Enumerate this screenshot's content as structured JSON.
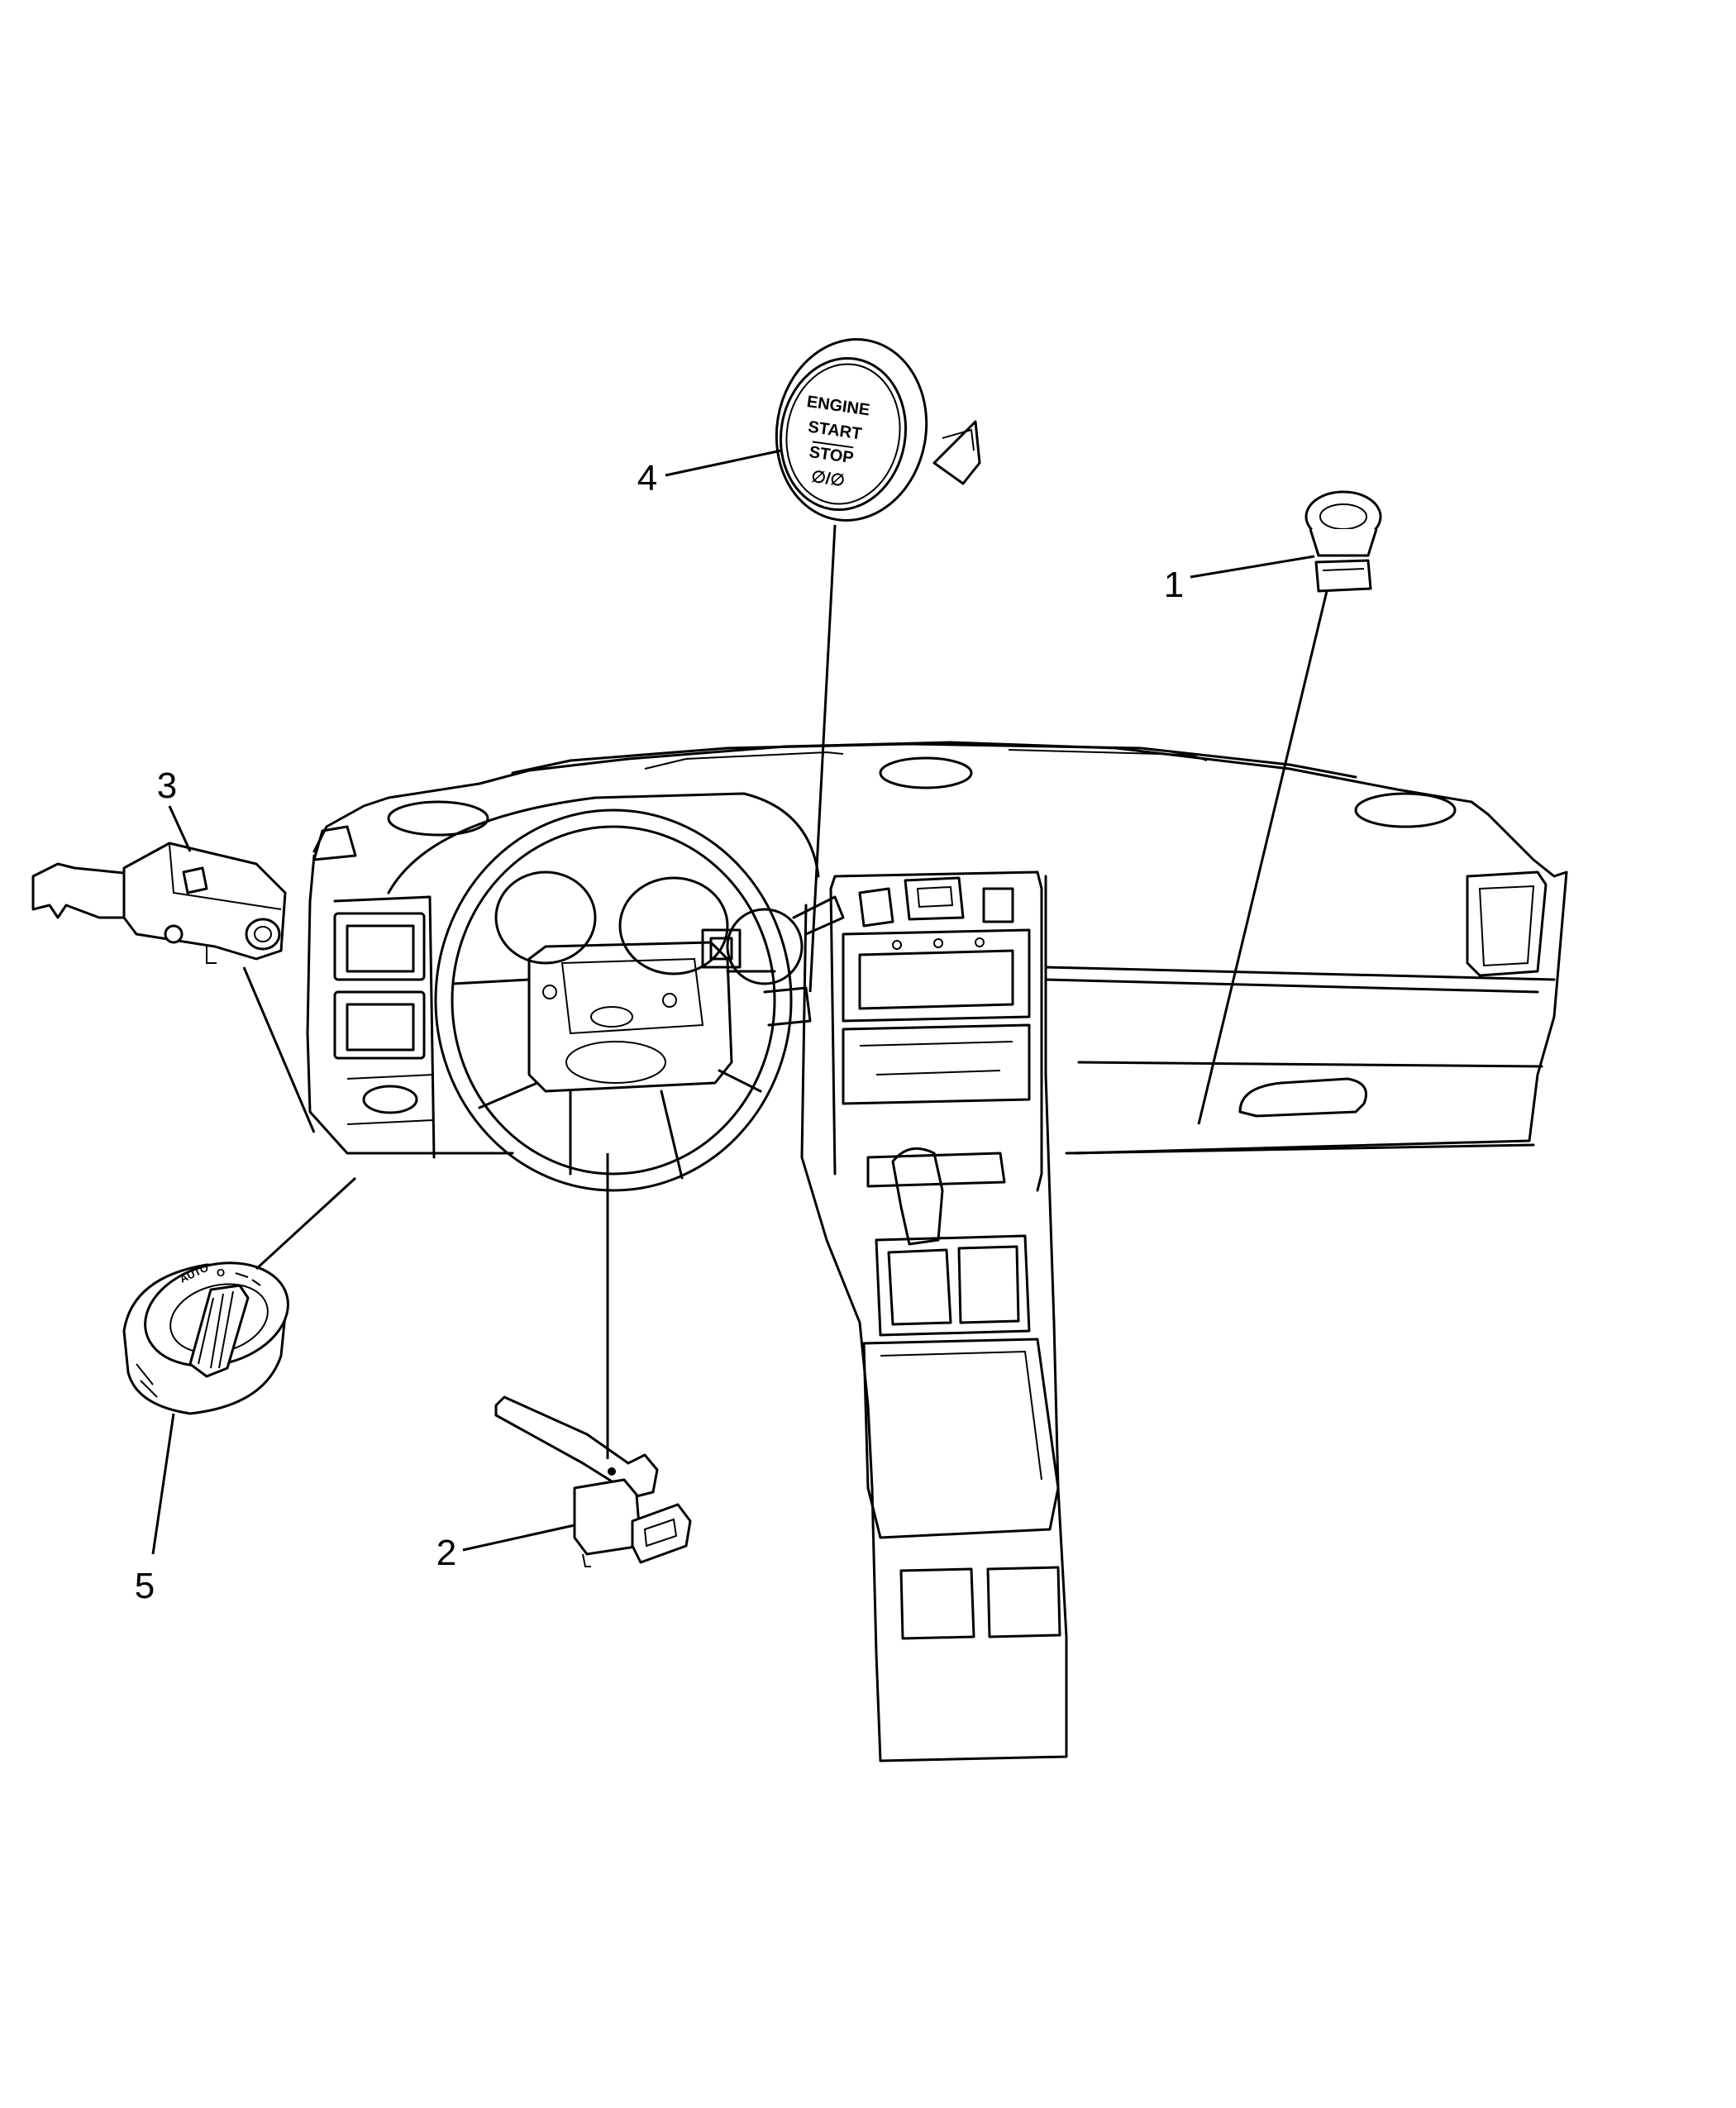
{
  "diagram": {
    "callouts": [
      {
        "number": "1",
        "part": "part-1"
      },
      {
        "number": "2",
        "part": "part-2"
      },
      {
        "number": "3",
        "part": "part-3"
      },
      {
        "number": "4",
        "part": "part-4"
      },
      {
        "number": "5",
        "part": "part-5"
      }
    ],
    "start_button": {
      "line1": "ENGINE",
      "line2": "START",
      "line3": "STOP",
      "symbol": "∅/∅"
    },
    "headlamp_knob": {
      "auto": "AUTO",
      "off": "O"
    }
  }
}
